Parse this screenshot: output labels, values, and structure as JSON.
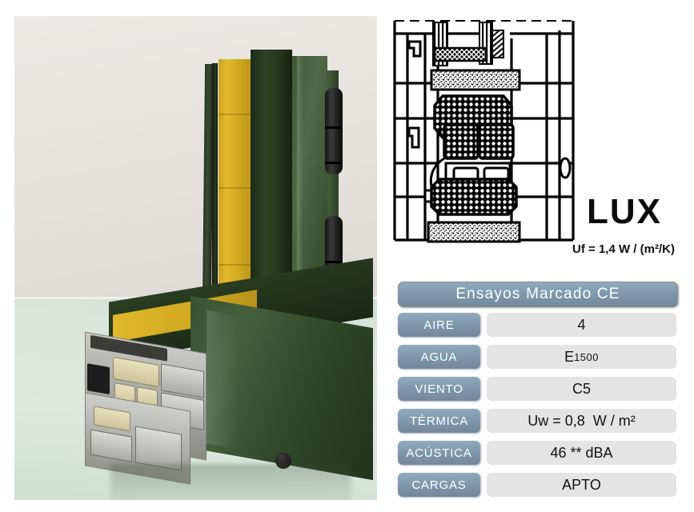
{
  "product": {
    "brand": "LUX",
    "uf_label": "Uf =",
    "uf_value": "1,4 W / (m²/K)",
    "uf_full": "Uf =  1,4 W / (m²/K)"
  },
  "table": {
    "header": "Ensayos Marcado CE",
    "rows": [
      {
        "label": "AIRE",
        "value": "4"
      },
      {
        "label": "AGUA",
        "value": "E1500",
        "value_base": "E",
        "value_sub": "1500"
      },
      {
        "label": "VIENTO",
        "value": "C5"
      },
      {
        "label": "TÉRMICA",
        "value": "Uw = 0,8  W / m²"
      },
      {
        "label": "ACÚSTICA",
        "value": "46 ** dBA"
      },
      {
        "label": "CARGAS",
        "value": "APTO"
      }
    ]
  },
  "colors": {
    "accent_blue": "#8099ae",
    "value_gray": "#e4e4e4",
    "text_dark": "#121212",
    "text_light": "#ffffff",
    "profile_green": "#2d4226",
    "insulation_yellow": "#d4ac22"
  },
  "photo": {
    "caption": "aluminium window profile cutaway, dark green, on glass table"
  },
  "drawing": {
    "caption": "thermal break window profile cross-section"
  }
}
